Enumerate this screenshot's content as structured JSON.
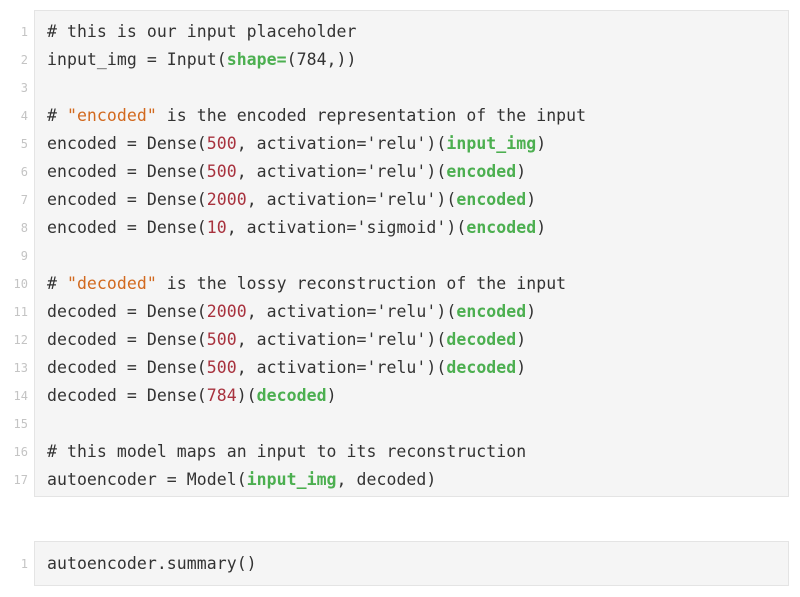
{
  "cells": [
    {
      "lines": [
        {
          "n": "1",
          "tokens": [
            {
              "t": "# this is our input placeholder",
              "c": "comment"
            }
          ]
        },
        {
          "n": "2",
          "tokens": [
            {
              "t": "input_img = Input(",
              "c": "plain"
            },
            {
              "t": "shape=",
              "c": "kw"
            },
            {
              "t": "(784,))",
              "c": "plain"
            }
          ]
        },
        {
          "n": "3",
          "tokens": []
        },
        {
          "n": "4",
          "tokens": [
            {
              "t": "# ",
              "c": "comment"
            },
            {
              "t": "\"encoded\"",
              "c": "string"
            },
            {
              "t": " is the encoded representation of the input",
              "c": "comment"
            }
          ]
        },
        {
          "n": "5",
          "tokens": [
            {
              "t": "encoded = Dense(",
              "c": "plain"
            },
            {
              "t": "500",
              "c": "number"
            },
            {
              "t": ", activation='relu')(",
              "c": "plain"
            },
            {
              "t": "input_img",
              "c": "kw"
            },
            {
              "t": ")",
              "c": "plain"
            }
          ]
        },
        {
          "n": "6",
          "tokens": [
            {
              "t": "encoded = Dense(",
              "c": "plain"
            },
            {
              "t": "500",
              "c": "number"
            },
            {
              "t": ", activation='relu')(",
              "c": "plain"
            },
            {
              "t": "encoded",
              "c": "kw"
            },
            {
              "t": ")",
              "c": "plain"
            }
          ]
        },
        {
          "n": "7",
          "tokens": [
            {
              "t": "encoded = Dense(",
              "c": "plain"
            },
            {
              "t": "2000",
              "c": "number"
            },
            {
              "t": ", activation='relu')(",
              "c": "plain"
            },
            {
              "t": "encoded",
              "c": "kw"
            },
            {
              "t": ")",
              "c": "plain"
            }
          ]
        },
        {
          "n": "8",
          "tokens": [
            {
              "t": "encoded = Dense(",
              "c": "plain"
            },
            {
              "t": "10",
              "c": "number"
            },
            {
              "t": ", activation='sigmoid')(",
              "c": "plain"
            },
            {
              "t": "encoded",
              "c": "kw"
            },
            {
              "t": ")",
              "c": "plain"
            }
          ]
        },
        {
          "n": "9",
          "tokens": []
        },
        {
          "n": "10",
          "tokens": [
            {
              "t": "# ",
              "c": "comment"
            },
            {
              "t": "\"decoded\"",
              "c": "string"
            },
            {
              "t": " is the lossy reconstruction of the input",
              "c": "comment"
            }
          ]
        },
        {
          "n": "11",
          "tokens": [
            {
              "t": "decoded = Dense(",
              "c": "plain"
            },
            {
              "t": "2000",
              "c": "number"
            },
            {
              "t": ", activation='relu')(",
              "c": "plain"
            },
            {
              "t": "encoded",
              "c": "kw"
            },
            {
              "t": ")",
              "c": "plain"
            }
          ]
        },
        {
          "n": "12",
          "tokens": [
            {
              "t": "decoded = Dense(",
              "c": "plain"
            },
            {
              "t": "500",
              "c": "number"
            },
            {
              "t": ", activation='relu')(",
              "c": "plain"
            },
            {
              "t": "decoded",
              "c": "kw"
            },
            {
              "t": ")",
              "c": "plain"
            }
          ]
        },
        {
          "n": "13",
          "tokens": [
            {
              "t": "decoded = Dense(",
              "c": "plain"
            },
            {
              "t": "500",
              "c": "number"
            },
            {
              "t": ", activation='relu')(",
              "c": "plain"
            },
            {
              "t": "decoded",
              "c": "kw"
            },
            {
              "t": ")",
              "c": "plain"
            }
          ]
        },
        {
          "n": "14",
          "tokens": [
            {
              "t": "decoded = Dense(",
              "c": "plain"
            },
            {
              "t": "784",
              "c": "number"
            },
            {
              "t": ")(",
              "c": "plain"
            },
            {
              "t": "decoded",
              "c": "kw"
            },
            {
              "t": ")",
              "c": "plain"
            }
          ]
        },
        {
          "n": "15",
          "tokens": []
        },
        {
          "n": "16",
          "tokens": [
            {
              "t": "# this model maps an input to its reconstruction",
              "c": "comment"
            }
          ]
        },
        {
          "n": "17",
          "tokens": [
            {
              "t": "autoencoder = Model(",
              "c": "plain"
            },
            {
              "t": "input_img",
              "c": "kw"
            },
            {
              "t": ", decoded)",
              "c": "plain"
            }
          ]
        }
      ]
    },
    {
      "lines": [
        {
          "n": "1",
          "tokens": [
            {
              "t": "autoencoder.summary()",
              "c": "plain"
            }
          ]
        }
      ]
    }
  ],
  "colors": {
    "background": "#ffffff",
    "code_bg": "#f5f5f5",
    "border": "#e4e4e4",
    "line_number": "#c4c4c4",
    "text": "#333333",
    "string": "#d2691e",
    "number": "#a8323e",
    "keyword": "#4caf50"
  }
}
